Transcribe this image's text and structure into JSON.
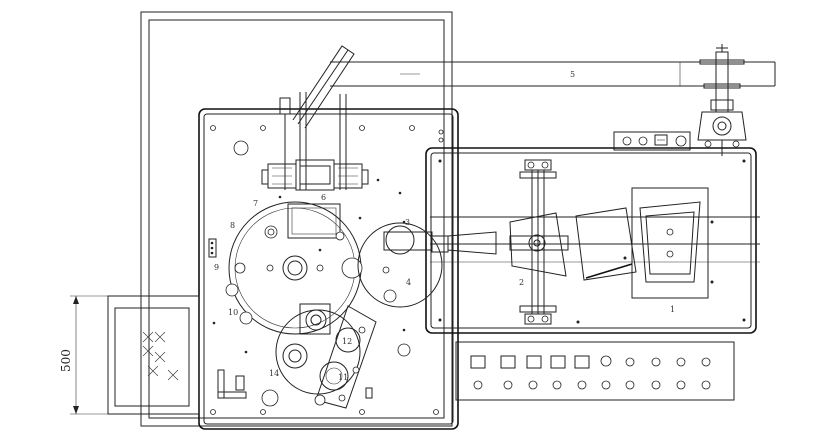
{
  "drawing": {
    "part_labels": [
      "1",
      "2",
      "3",
      "4",
      "5",
      "6",
      "7",
      "8",
      "9",
      "10",
      "11",
      "12",
      "14"
    ],
    "dimension": "500"
  },
  "colors": {
    "line": "#222222",
    "background": "#ffffff"
  }
}
